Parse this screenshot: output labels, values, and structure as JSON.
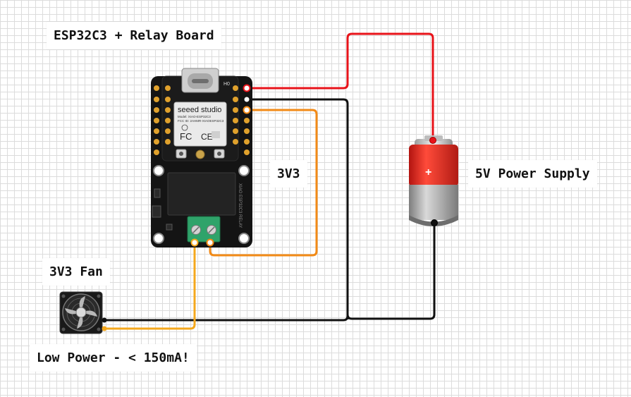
{
  "labels": {
    "board": "ESP32C3 + Relay Board",
    "power": "5V Power Supply",
    "v3": "3V3",
    "fan": "3V3 Fan",
    "note": "Low Power - < 150mA!"
  },
  "board": {
    "brand": "seeed studio",
    "module_line1": "Model: XIAO-ESP32C3",
    "module_line2": "FCC ID: 2AHMR-XIAOESP32C3",
    "fcc": "FC",
    "ce": "CE",
    "pcb_text": "XIAO ESP32C3 RELAY",
    "pin_h": "H0"
  },
  "battery": {
    "plus": "+"
  },
  "colors": {
    "wire_red": "#e8131a",
    "wire_black": "#111111",
    "wire_orange": "#f28a16",
    "wire_yellow": "#f5a81c",
    "pcb": "#141414",
    "relay": "#232323",
    "terminal": "#2fa36a",
    "battery_red": "#e2251d",
    "battery_gray": "#a9a9a9"
  },
  "icons": [
    "fan-icon",
    "usb-c-icon",
    "battery-icon"
  ]
}
